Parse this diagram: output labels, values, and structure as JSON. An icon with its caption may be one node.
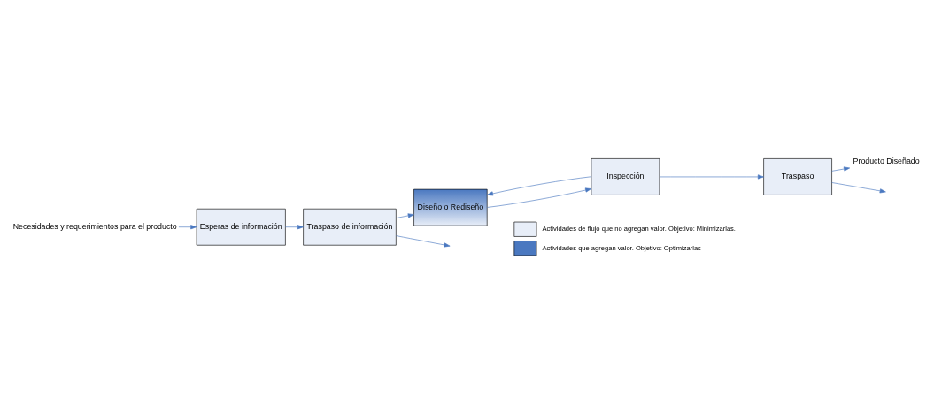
{
  "diagram": {
    "nodes": [
      {
        "text": [
          "Necesidades y requerimientos para el producto"
        ]
      },
      {
        "text": [
          "Esperas de información"
        ]
      },
      {
        "text": [
          "Traspaso de información"
        ]
      },
      {
        "text": [
          "Diseño o Rediseño"
        ]
      },
      {
        "text": [
          "Inspección"
        ]
      },
      {
        "text": [
          "Traspaso"
        ]
      },
      {
        "text": [
          "Producto Diseñado"
        ]
      }
    ],
    "edges": [
      {
        "from": 0,
        "to": 1,
        "arrow": "to"
      },
      {
        "from": 1,
        "to": 2,
        "arrow": "to"
      },
      {
        "from": 2,
        "to": 3,
        "arrow": "to"
      },
      {
        "from": 3,
        "to": 4,
        "arrow": "to"
      },
      {
        "from": 4,
        "to": 3,
        "arrow": "to"
      },
      {
        "from": 4,
        "to": 5,
        "arrow": "to"
      },
      {
        "from": 5,
        "to": 6,
        "arrow": "to"
      },
      {
        "from": 2,
        "to": null,
        "arrow": "to"
      },
      {
        "from": 5,
        "to": null,
        "arrow": "to"
      }
    ],
    "legend": [
      {
        "text": "Actividades de flujo que no agregan valor. Objetivo: Minimizarlas.",
        "color": "#e8eef8"
      },
      {
        "text": "Actividades que agregan valor. Objetivo: Optimizarlas",
        "color": "#4a78c0"
      }
    ]
  }
}
